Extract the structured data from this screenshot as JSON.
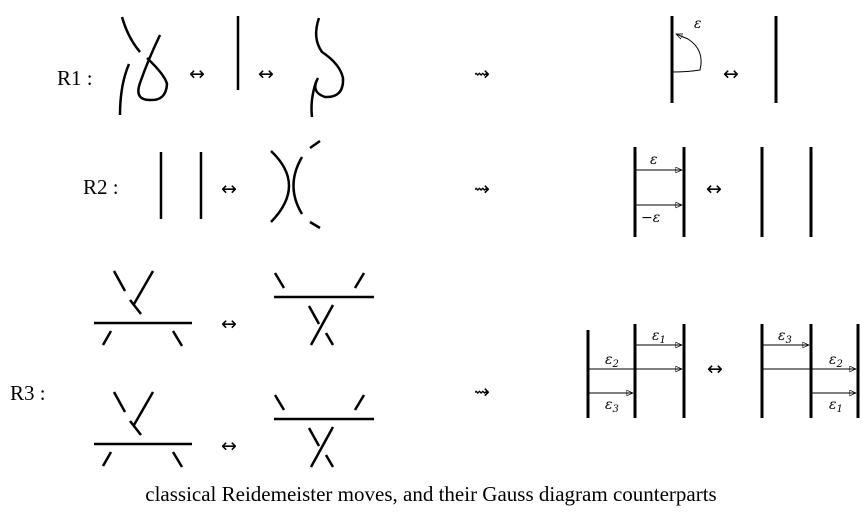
{
  "moves": {
    "r1": {
      "label": "R1 :"
    },
    "r2": {
      "label": "R2 :"
    },
    "r3": {
      "label": "R3 :"
    }
  },
  "symbols": {
    "equivalence": "↔",
    "squiggle": "⇝"
  },
  "gauss": {
    "r1": {
      "sign": "ε"
    },
    "r2": {
      "top_sign": "ε",
      "bottom_sign": "−ε"
    },
    "r3": {
      "left": {
        "e1": "ε",
        "e1_sub": "1",
        "e2": "ε",
        "e2_sub": "2",
        "e3": "ε",
        "e3_sub": "3"
      },
      "right": {
        "e3": "ε",
        "e3_sub": "3",
        "e2": "ε",
        "e2_sub": "2",
        "e1": "ε",
        "e1_sub": "1"
      }
    }
  },
  "caption": "classical Reidemeister moves, and their Gauss diagram counterparts"
}
